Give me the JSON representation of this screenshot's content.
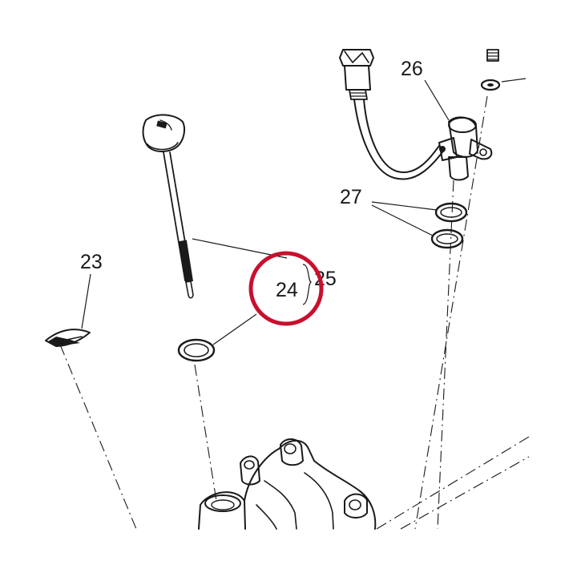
{
  "callouts": {
    "part_23": "23",
    "part_24": "24",
    "part_25": "25",
    "part_26": "26",
    "part_27": "27"
  },
  "highlight": {
    "target": "24",
    "color": "#c8102e"
  },
  "colors": {
    "ink": "#1a1a1a",
    "background": "#ffffff"
  }
}
